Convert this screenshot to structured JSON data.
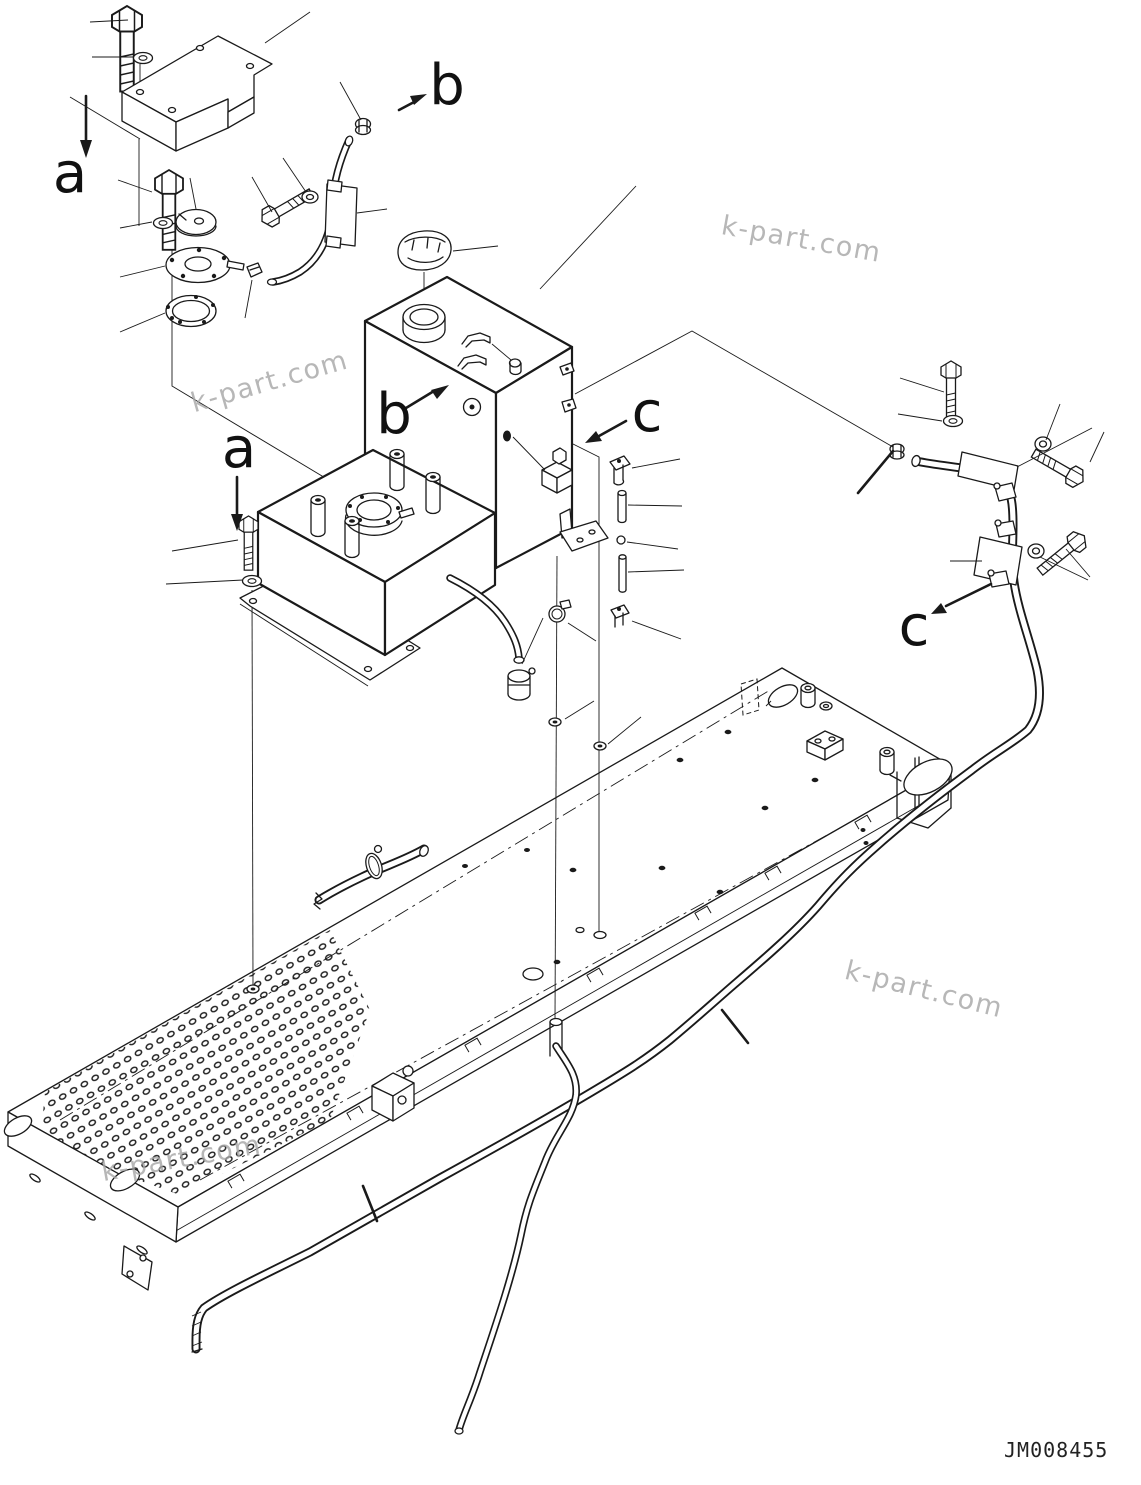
{
  "drawing": {
    "number": "JM008455",
    "watermark_text": "k-part.com",
    "view_labels": {
      "a": "a",
      "b": "b",
      "c": "c"
    }
  }
}
